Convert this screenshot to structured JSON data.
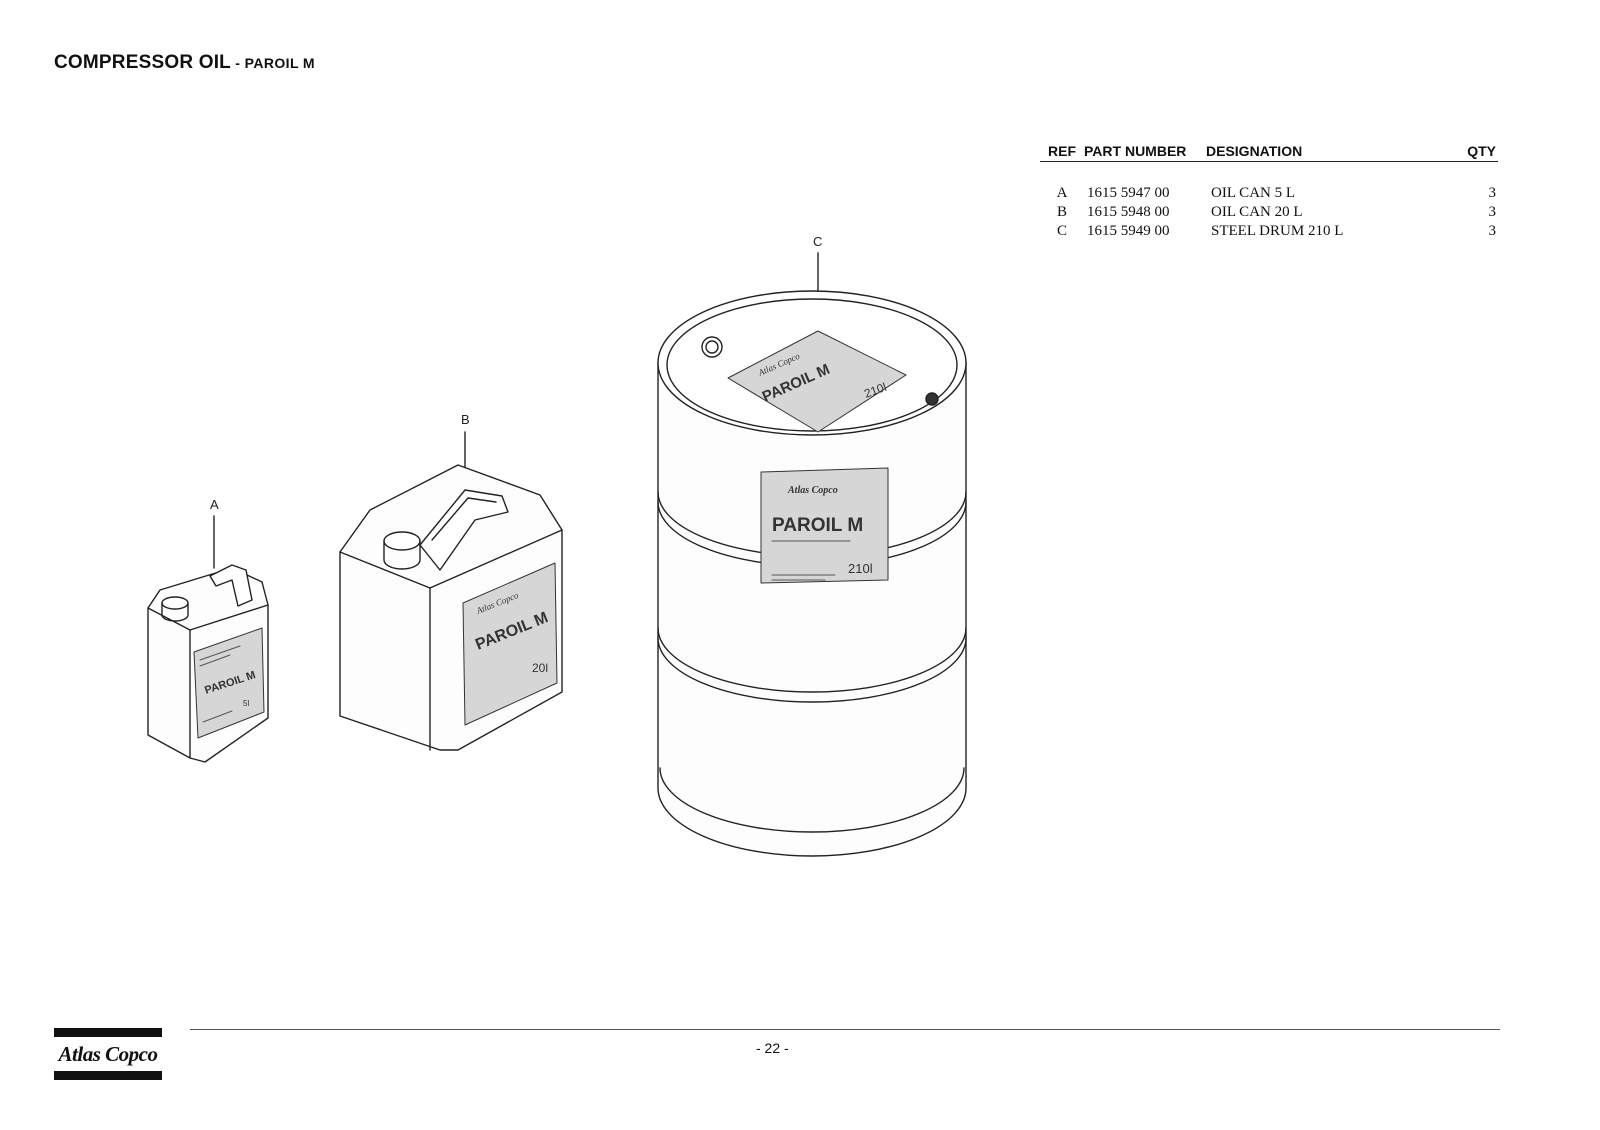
{
  "header": {
    "title_main": "COMPRESSOR OIL",
    "title_sep": " - ",
    "title_sub": "PAROIL M"
  },
  "table": {
    "headers": {
      "ref": "REF",
      "part_number": "PART NUMBER",
      "designation": "DESIGNATION",
      "qty": "QTY"
    },
    "rows": [
      {
        "ref": "A",
        "part_number": "1615 5947 00",
        "designation": "OIL CAN 5 L",
        "qty": "3"
      },
      {
        "ref": "B",
        "part_number": "1615 5948 00",
        "designation": "OIL CAN 20 L",
        "qty": "3"
      },
      {
        "ref": "C",
        "part_number": "1615 5949 00",
        "designation": "STEEL DRUM 210 L",
        "qty": "3"
      }
    ]
  },
  "illustration": {
    "callouts": {
      "a": "A",
      "b": "B",
      "c": "C"
    },
    "labels": {
      "brand": "Atlas Copco",
      "product_prefix": "PAR",
      "product_suffix": "OIL",
      "product_grade": "M",
      "vol_a": "5l",
      "vol_b": "20l",
      "vol_c": "210l"
    }
  },
  "footer": {
    "page_number": "- 22 -",
    "logo_text": "Atlas Copco"
  }
}
